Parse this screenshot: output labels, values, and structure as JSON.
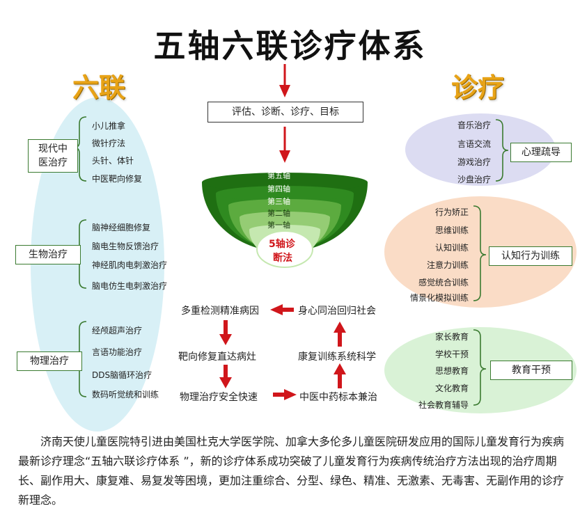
{
  "title": "五轴六联诊疗体系",
  "left_heading": "六联",
  "right_heading": "诊疗",
  "assessment": "评估、诊断、诊疗、目标",
  "axes": {
    "labels": [
      "第五轴",
      "第四轴",
      "第三轴",
      "第二轴",
      "第一轴"
    ],
    "center": [
      "5轴诊",
      "断法"
    ]
  },
  "left_groups": [
    {
      "name": [
        "现代中",
        "医治疗"
      ],
      "items": [
        "小儿推拿",
        "微针疗法",
        "头针、体针",
        "中医靶向修复"
      ]
    },
    {
      "name": [
        "生物治疗"
      ],
      "items": [
        "脑神经细胞修复",
        "脑电生物反馈治疗",
        "神经肌肉电刺激治疗",
        "脑电仿生电刺激治疗"
      ]
    },
    {
      "name": [
        "物理治疗"
      ],
      "items": [
        "经颅超声治疗",
        "言语功能治疗",
        "DDS脑循环治疗",
        "数码听觉统和训练"
      ]
    }
  ],
  "right_groups": [
    {
      "name": "心理疏导",
      "items": [
        "音乐治疗",
        "言语交流",
        "游戏治疗",
        "沙盘治疗"
      ]
    },
    {
      "name": "认知行为训练",
      "items": [
        "行为矫正",
        "思维训练",
        "认知训练",
        "注意力训练",
        "感觉统合训练",
        "情景化模拟训练"
      ]
    },
    {
      "name": "教育干预",
      "items": [
        "家长教育",
        "学校干预",
        "思想教育",
        "文化教育",
        "社会教育辅导"
      ]
    }
  ],
  "cycle": {
    "top_left": "多重检测精准病因",
    "mid_left": "靶向修复直达病灶",
    "bottom_left": "物理治疗安全快速",
    "bottom_right": "中医中药标本兼治",
    "mid_right": "康复训练系统科学",
    "top_right": "身心同治回归社会"
  },
  "description": "济南天使儿童医院特引进由美国杜克大学医学院、加拿大多伦多儿童医院研发应用的国际儿童发育行为疾病最新诊疗理念“五轴六联诊疗体系 ”，新的诊疗体系成功突破了儿童发育行为疾病传统治疗方法出现的治疗周期长、副作用大、康复难、易复发等困境，更加注重综合、分型、绿色、精准、无激素、无毒害、无副作用的诊疗新理念。",
  "colors": {
    "heading": "#e8a317",
    "arrow": "#d0161b",
    "left_ellipse": "#d8f0f6",
    "purple_ellipse": "#dcdcf2",
    "peach_ellipse": "#fadcc6",
    "green_ellipse": "#d9f2d6",
    "bracket": "#3a7a30",
    "dark_green": "#1f6f12",
    "light_green": "#c5e8b0"
  }
}
